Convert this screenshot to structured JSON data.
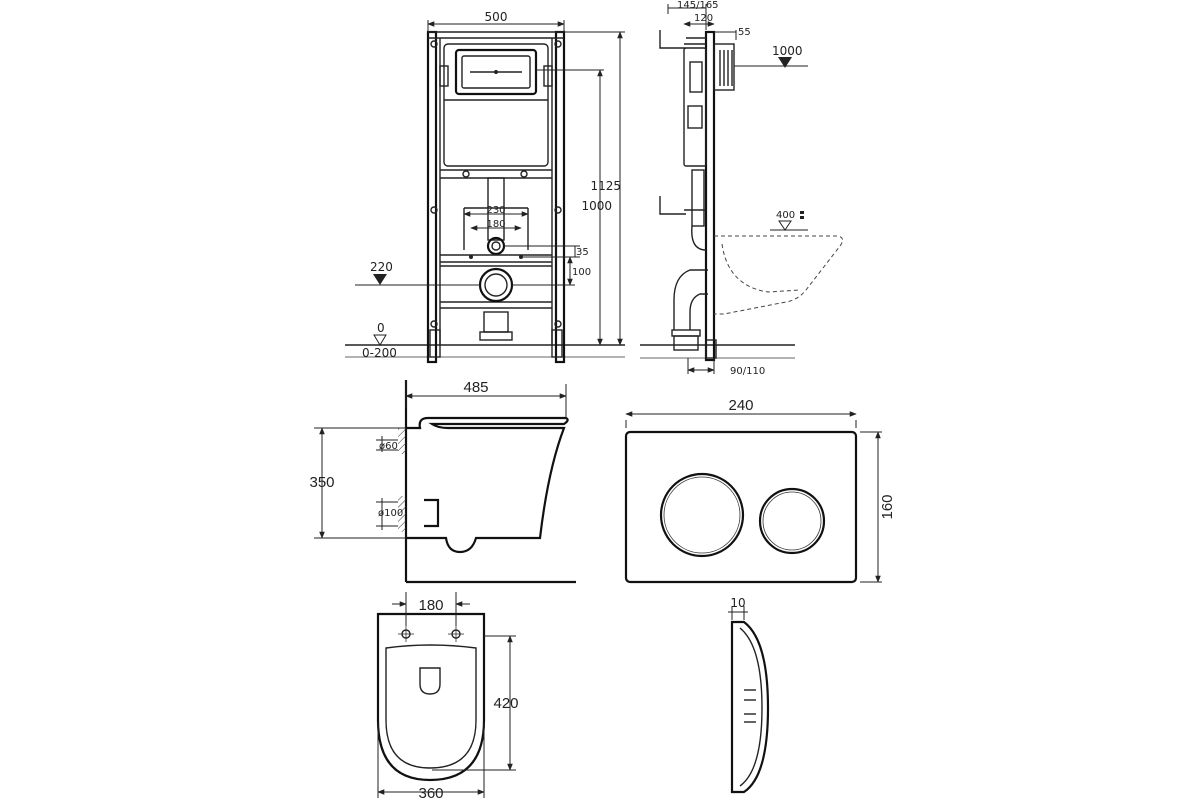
{
  "front_view": {
    "width_label": "500",
    "height_total_label": "1125",
    "height_button_label": "1000",
    "d230_label": "230",
    "d180_label": "180",
    "d35_label": "35",
    "d100_label": "100",
    "level_220_label": "220",
    "level_0_label": "0",
    "level_range_label": "0-200"
  },
  "side_view": {
    "d145_label": "145/165",
    "d120_label": "120",
    "d55_label": "55",
    "level_1000_label": "1000",
    "level_400_label": "400",
    "d90_label": "90/110"
  },
  "bowl_side": {
    "length_label": "485",
    "height_label": "350",
    "pipe_small_label": "ø60",
    "pipe_large_label": "ø100"
  },
  "flush_plate": {
    "width_label": "240",
    "height_label": "160",
    "thickness_label": "10"
  },
  "bowl_top": {
    "bolt_spacing_label": "180",
    "width_label": "360",
    "depth_label": "420"
  }
}
